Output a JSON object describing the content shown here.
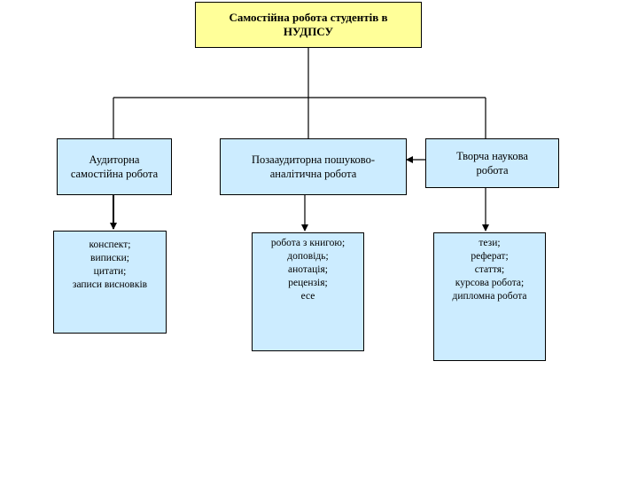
{
  "root": {
    "label": "Самостійна робота студентів в\nНУДПСУ"
  },
  "categories": [
    {
      "label": "Аудиторна\nсамостійна робота"
    },
    {
      "label": "Позааудиторна пошуково-\nаналітична робота"
    },
    {
      "label": "Творча наукова\nробота"
    }
  ],
  "leaves": [
    {
      "label": "конспект;\nвиписки;\nцитати;\nзаписи висновків"
    },
    {
      "label": "робота з книгою;\nдоповідь;\nанотація;\nрецензія;\nесе"
    },
    {
      "label": "тези;\nреферат;\nстаття;\nкурсова робота;\nдипломна робота"
    }
  ],
  "colors": {
    "root_fill": "#ffff99",
    "box_fill": "#ccecff",
    "line": "#000000"
  }
}
